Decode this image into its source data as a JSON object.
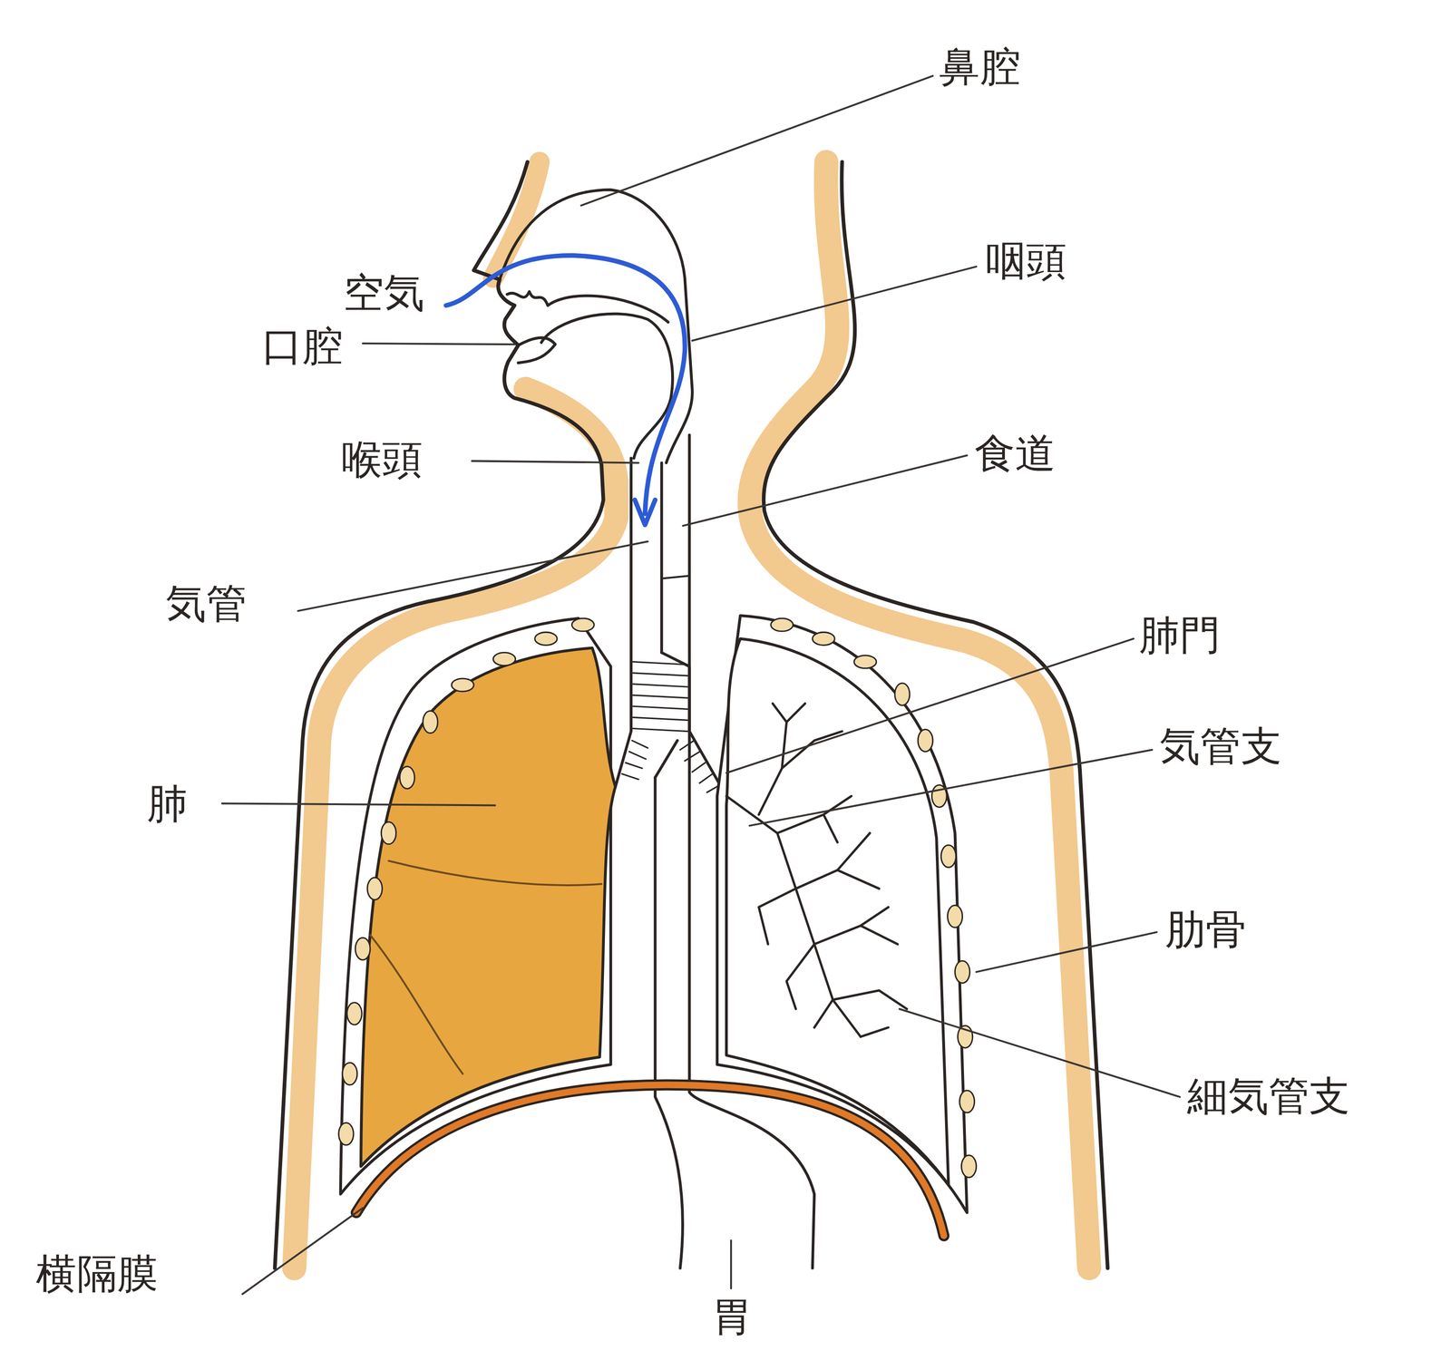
{
  "diagram": {
    "labels": [
      "鼻腔",
      "咽頭",
      "空気",
      "口腔",
      "喉頭",
      "食道",
      "気管",
      "肺門",
      "気管支",
      "肺",
      "肋骨",
      "細気管支",
      "横隔膜",
      "胃"
    ]
  }
}
